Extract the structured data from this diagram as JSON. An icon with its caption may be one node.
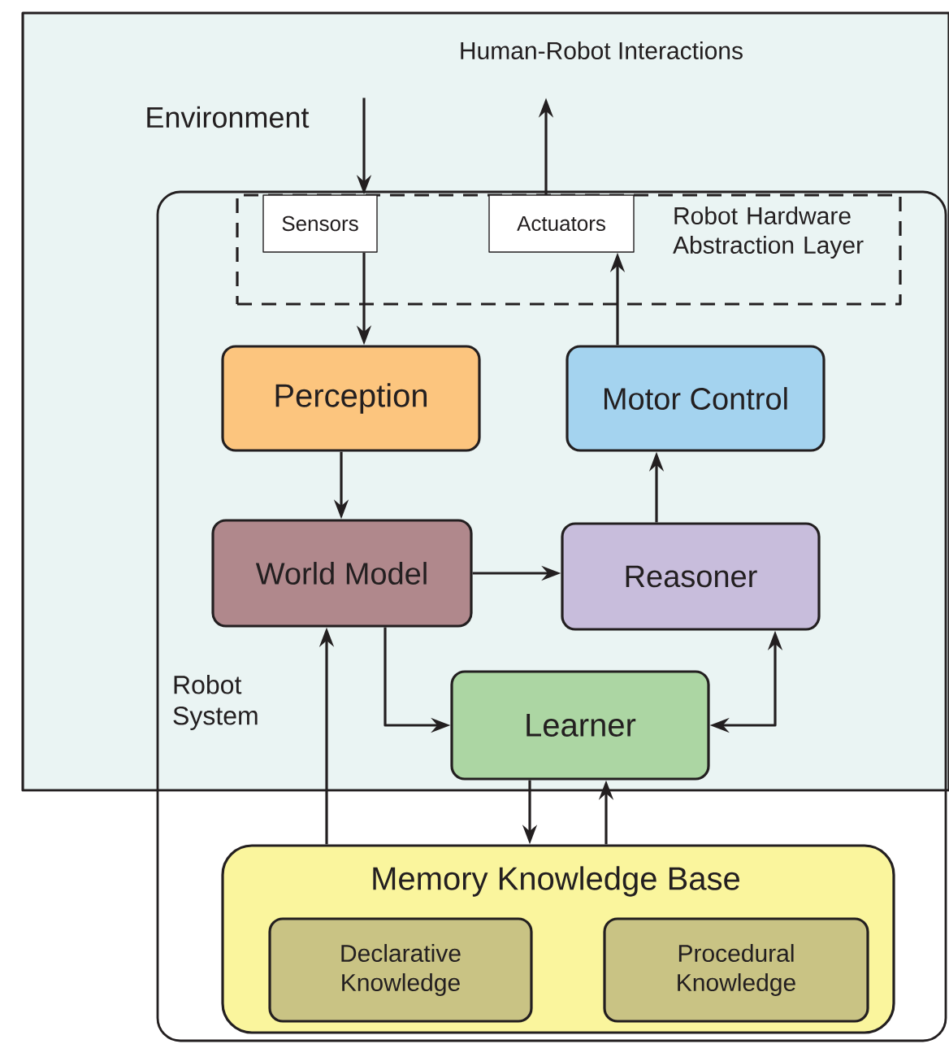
{
  "diagram": {
    "nodes": [
      {
        "text": [
          "Environment"
        ]
      },
      {
        "text": [
          "Robot System"
        ]
      },
      {
        "text": [
          "Human-Robot Interactions"
        ],
        "in": 0
      },
      {
        "text": [
          "Robot Hardware Abstraction Layer"
        ]
      },
      {
        "text": [
          "Sensors"
        ],
        "in": 3
      },
      {
        "text": [
          "Actuators"
        ],
        "in": 3
      },
      {
        "text": [
          "Perception"
        ]
      },
      {
        "text": [
          "Motor Control"
        ]
      },
      {
        "text": [
          "World Model"
        ]
      },
      {
        "text": [
          "Reasoner"
        ]
      },
      {
        "text": [
          "Learner"
        ]
      },
      {
        "text": [
          "Memory Knowledge Base"
        ],
        "in": 1
      },
      {
        "text": [
          "Declarative Knowledge"
        ],
        "in": 11
      },
      {
        "text": [
          "Procedural Knowledge"
        ],
        "in": 11
      }
    ],
    "edges": [
      {
        "from": 2,
        "to": 4,
        "arrow": "to"
      },
      {
        "from": 5,
        "to": 2,
        "arrow": "to"
      },
      {
        "from": 4,
        "to": 6,
        "arrow": "to"
      },
      {
        "from": 7,
        "to": 5,
        "arrow": "to"
      },
      {
        "from": 6,
        "to": 8,
        "arrow": "to"
      },
      {
        "from": 8,
        "to": 9,
        "arrow": "to"
      },
      {
        "from": 9,
        "to": 7,
        "arrow": "to"
      },
      {
        "from": 8,
        "to": 10,
        "arrow": "to"
      },
      {
        "from": 10,
        "to": 9,
        "arrow": "both"
      },
      {
        "from": 10,
        "to": 11,
        "arrow": "to"
      },
      {
        "from": 11,
        "to": 10,
        "arrow": "to"
      },
      {
        "from": 11,
        "to": 8,
        "arrow": "to"
      }
    ]
  }
}
